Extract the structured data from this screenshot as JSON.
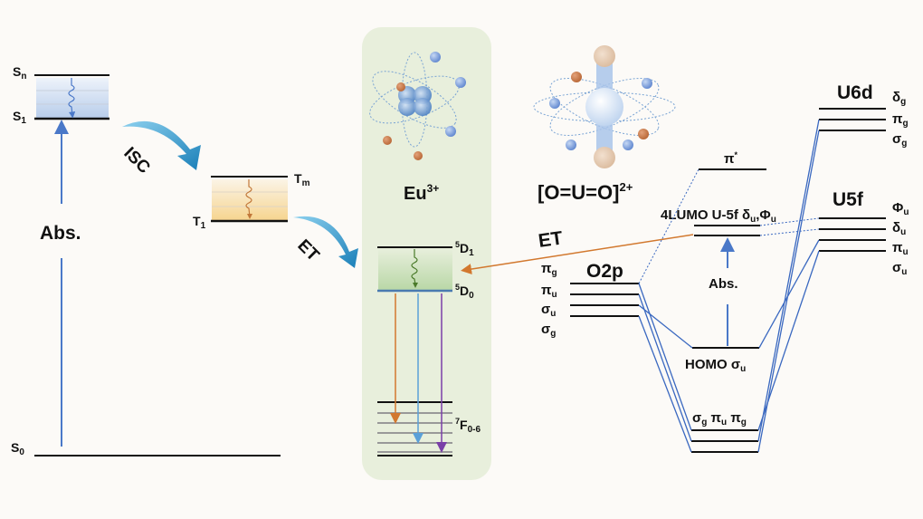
{
  "ligand": {
    "levels": {
      "sn": "S",
      "sn_sub": "n",
      "s1": "S",
      "s1_sub": "1",
      "s0": "S",
      "s0_sub": "0",
      "tm": "T",
      "tm_sub": "m",
      "t1": "T",
      "t1_sub": "1"
    },
    "abs_label": "Abs.",
    "isc_label": "ISC",
    "et_label": "ET"
  },
  "europium": {
    "ion_label": "Eu",
    "ion_charge": "3+",
    "d1": {
      "sup": "5",
      "main": "D",
      "sub": "1"
    },
    "d0": {
      "sup": "5",
      "main": "D",
      "sub": "0"
    },
    "f": {
      "sup": "7",
      "main": "F",
      "sub": "0-6"
    }
  },
  "uranyl": {
    "ion_label": "[O=U=O]",
    "ion_charge": "2+",
    "et_label": "ET",
    "pi_star": "π",
    "pi_star_sup": "*",
    "lumo_label": "4LUMO U-5f δ",
    "lumo_sub1": "u",
    "lumo_sep": ",Φ",
    "lumo_sub2": "u",
    "abs_label": "Abs.",
    "homo_label": "HOMO σ",
    "homo_sub": "u",
    "bonding_label": [
      {
        "m": "σ",
        "s": "g"
      },
      {
        "m": "π",
        "s": "u"
      },
      {
        "m": "π",
        "s": "g"
      }
    ],
    "o2p": {
      "title": "O2p",
      "orbitals": [
        {
          "m": "π",
          "s": "g"
        },
        {
          "m": "π",
          "s": "u"
        },
        {
          "m": "σ",
          "s": "u"
        },
        {
          "m": "σ",
          "s": "g"
        }
      ]
    },
    "u6d": {
      "title": "U6d",
      "orbitals": [
        {
          "m": "δ",
          "s": "g"
        },
        {
          "m": "π",
          "s": "g"
        },
        {
          "m": "σ",
          "s": "g"
        }
      ]
    },
    "u5f": {
      "title": "U5f",
      "orbitals": [
        {
          "m": "Φ",
          "s": "u"
        },
        {
          "m": "δ",
          "s": "u"
        },
        {
          "m": "π",
          "s": "u"
        },
        {
          "m": "σ",
          "s": "u"
        }
      ]
    }
  },
  "colors": {
    "level": "#111111",
    "abs_arrow": "#4a78c8",
    "orange": "#d2782e",
    "blue_emit": "#5aa0d8",
    "purple": "#7a3fa8",
    "green": "#4a7a2a",
    "mo_line": "#3a68c0",
    "panel": "#e8efdc"
  }
}
